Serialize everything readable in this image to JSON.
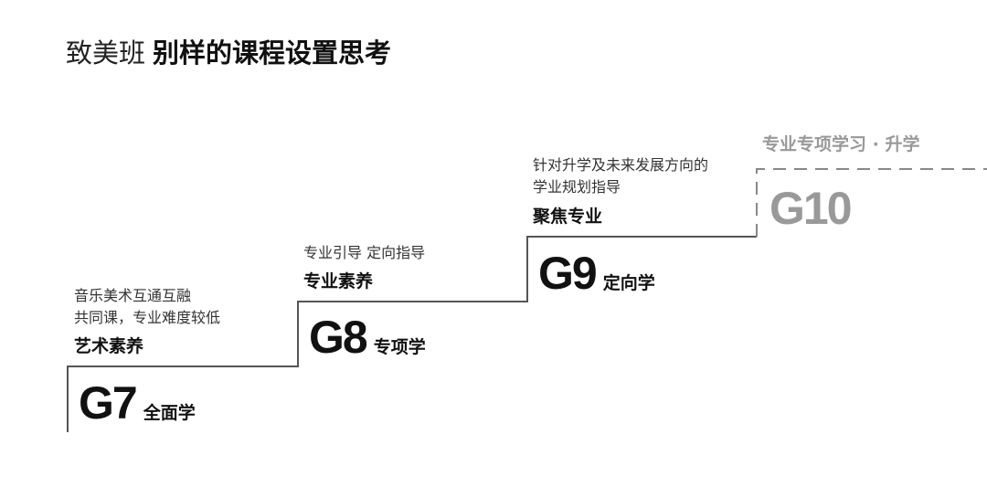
{
  "title": {
    "light": "致美班",
    "bold": "别样的课程设置思考"
  },
  "steps": [
    {
      "grade": "G7",
      "grade_sub": "全面学",
      "heading": "艺术素养",
      "desc": [
        "音乐美术互通互融",
        "共同课，专业难度较低"
      ]
    },
    {
      "grade": "G8",
      "grade_sub": "专项学",
      "heading": "专业素养",
      "desc": [
        "专业引导 定向指导"
      ]
    },
    {
      "grade": "G9",
      "grade_sub": "定向学",
      "heading": "聚焦专业",
      "desc": [
        "针对升学及未来发展方向的",
        "学业规划指导"
      ]
    },
    {
      "grade": "G10",
      "heading": "专业专项学习 · 升学"
    }
  ],
  "colors": {
    "line": "#555555",
    "future": "#999999"
  }
}
